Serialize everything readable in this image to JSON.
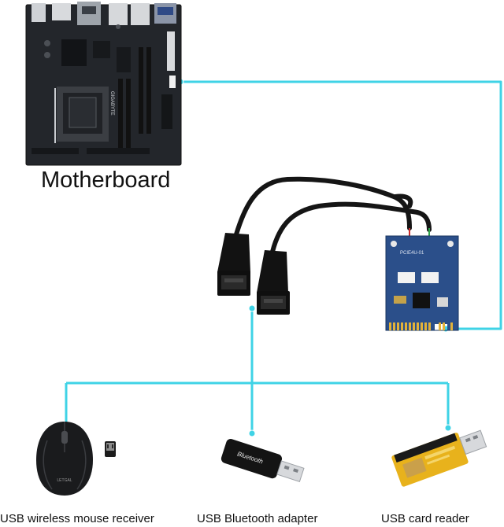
{
  "colors": {
    "connector": "#3fd3e6",
    "board": "#23262b",
    "pcb_blue": "#2b4f8a",
    "gold": "#e8b21c"
  },
  "motherboard": {
    "label": "Motherboard",
    "silk_text": "GIGABYTE"
  },
  "adapter": {
    "silk_text": "PCIE4U-01"
  },
  "bluetooth": {
    "body_text": "Bluetooth"
  },
  "devices": [
    {
      "label": "USB wireless mouse receiver",
      "icon": "mouse-icon"
    },
    {
      "label": "USB Bluetooth adapter",
      "icon": "bluetooth-dongle-icon"
    },
    {
      "label": "USB card reader",
      "icon": "card-reader-icon"
    }
  ]
}
